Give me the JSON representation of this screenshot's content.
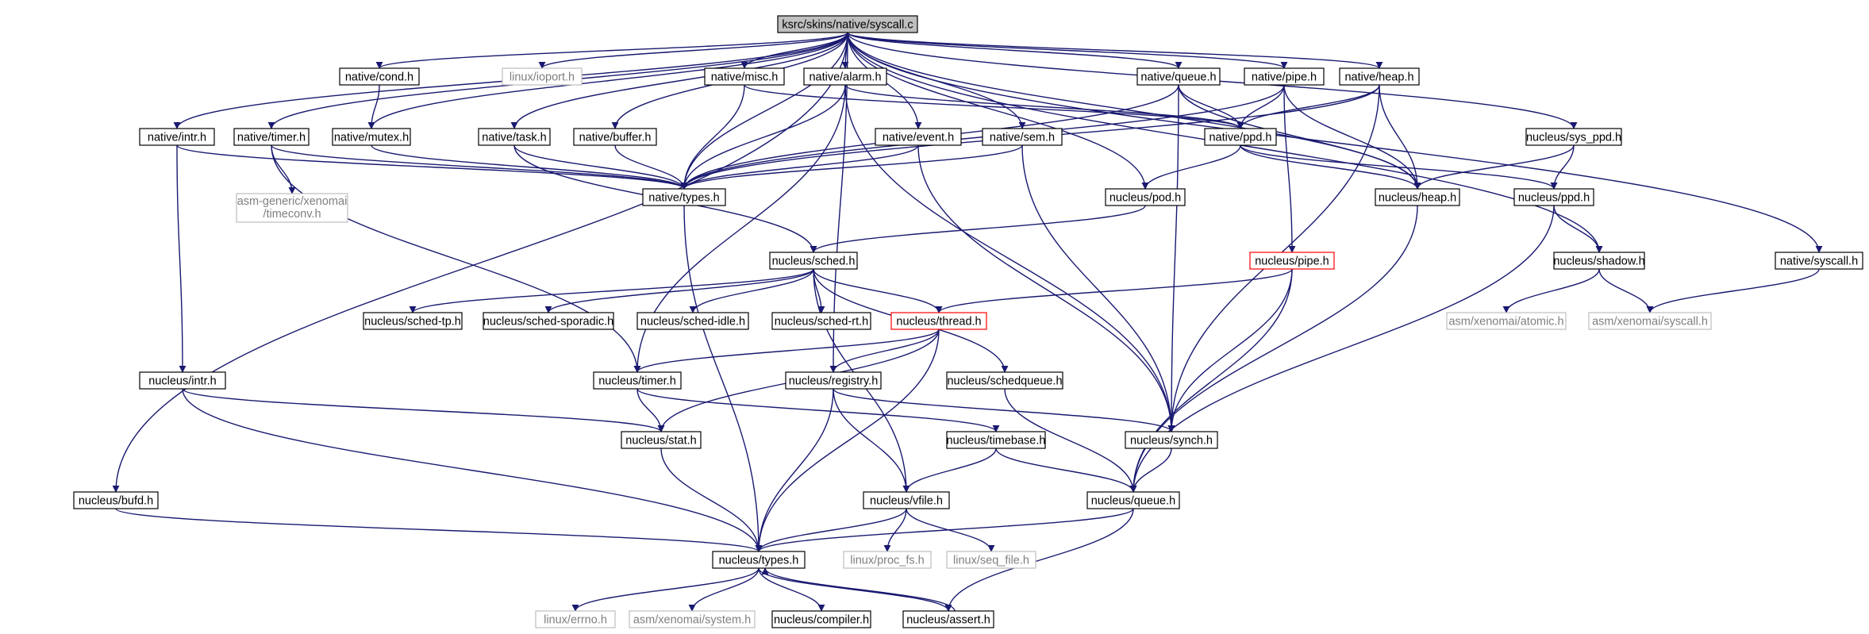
{
  "colors": {
    "edge": "#191970",
    "normal_border": "#000000",
    "root_fill": "#bfbfbf",
    "external_border": "#bfbfbf",
    "external_text": "#7f7f7f",
    "incomplete_border": "#ff0000"
  },
  "nodes": [
    {
      "id": "root",
      "label": "ksrc/skins/native/syscall.c",
      "kind": "root"
    },
    {
      "id": "linux_ioport",
      "label": "linux/ioport.h",
      "kind": "external"
    },
    {
      "id": "native_cond",
      "label": "native/cond.h",
      "kind": "normal"
    },
    {
      "id": "native_misc",
      "label": "native/misc.h",
      "kind": "normal"
    },
    {
      "id": "native_alarm",
      "label": "native/alarm.h",
      "kind": "normal"
    },
    {
      "id": "native_queue",
      "label": "native/queue.h",
      "kind": "normal"
    },
    {
      "id": "native_pipe",
      "label": "native/pipe.h",
      "kind": "normal"
    },
    {
      "id": "native_heap",
      "label": "native/heap.h",
      "kind": "normal"
    },
    {
      "id": "native_intr",
      "label": "native/intr.h",
      "kind": "normal"
    },
    {
      "id": "native_timer",
      "label": "native/timer.h",
      "kind": "normal"
    },
    {
      "id": "native_mutex",
      "label": "native/mutex.h",
      "kind": "normal"
    },
    {
      "id": "native_task",
      "label": "native/task.h",
      "kind": "normal"
    },
    {
      "id": "native_buffer",
      "label": "native/buffer.h",
      "kind": "normal"
    },
    {
      "id": "native_event",
      "label": "native/event.h",
      "kind": "normal"
    },
    {
      "id": "native_sem",
      "label": "native/sem.h",
      "kind": "normal"
    },
    {
      "id": "native_ppd",
      "label": "native/ppd.h",
      "kind": "normal"
    },
    {
      "id": "nucleus_sys_ppd",
      "label": "nucleus/sys_ppd.h",
      "kind": "normal"
    },
    {
      "id": "asm_generic_timeconv",
      "label": "asm-generic/xenomai\n/timeconv.h",
      "kind": "external"
    },
    {
      "id": "native_types",
      "label": "native/types.h",
      "kind": "normal"
    },
    {
      "id": "nucleus_pod",
      "label": "nucleus/pod.h",
      "kind": "normal"
    },
    {
      "id": "nucleus_heap",
      "label": "nucleus/heap.h",
      "kind": "normal"
    },
    {
      "id": "nucleus_ppd",
      "label": "nucleus/ppd.h",
      "kind": "normal"
    },
    {
      "id": "nucleus_sched",
      "label": "nucleus/sched.h",
      "kind": "normal"
    },
    {
      "id": "nucleus_pipe",
      "label": "nucleus/pipe.h",
      "kind": "incomplete"
    },
    {
      "id": "nucleus_shadow",
      "label": "nucleus/shadow.h",
      "kind": "normal"
    },
    {
      "id": "native_syscall",
      "label": "native/syscall.h",
      "kind": "normal"
    },
    {
      "id": "nucleus_sched_tp",
      "label": "nucleus/sched-tp.h",
      "kind": "normal"
    },
    {
      "id": "nucleus_sched_sporadic",
      "label": "nucleus/sched-sporadic.h",
      "kind": "normal"
    },
    {
      "id": "nucleus_sched_idle",
      "label": "nucleus/sched-idle.h",
      "kind": "normal"
    },
    {
      "id": "nucleus_sched_rt",
      "label": "nucleus/sched-rt.h",
      "kind": "normal"
    },
    {
      "id": "nucleus_thread",
      "label": "nucleus/thread.h",
      "kind": "incomplete"
    },
    {
      "id": "asm_xenomai_atomic",
      "label": "asm/xenomai/atomic.h",
      "kind": "external"
    },
    {
      "id": "asm_xenomai_syscall",
      "label": "asm/xenomai/syscall.h",
      "kind": "external"
    },
    {
      "id": "nucleus_intr",
      "label": "nucleus/intr.h",
      "kind": "normal"
    },
    {
      "id": "nucleus_timer",
      "label": "nucleus/timer.h",
      "kind": "normal"
    },
    {
      "id": "nucleus_registry",
      "label": "nucleus/registry.h",
      "kind": "normal"
    },
    {
      "id": "nucleus_schedqueue",
      "label": "nucleus/schedqueue.h",
      "kind": "normal"
    },
    {
      "id": "nucleus_stat",
      "label": "nucleus/stat.h",
      "kind": "normal"
    },
    {
      "id": "nucleus_timebase",
      "label": "nucleus/timebase.h",
      "kind": "normal"
    },
    {
      "id": "nucleus_synch",
      "label": "nucleus/synch.h",
      "kind": "normal"
    },
    {
      "id": "nucleus_bufd",
      "label": "nucleus/bufd.h",
      "kind": "normal"
    },
    {
      "id": "nucleus_vfile",
      "label": "nucleus/vfile.h",
      "kind": "normal"
    },
    {
      "id": "nucleus_queue",
      "label": "nucleus/queue.h",
      "kind": "normal"
    },
    {
      "id": "nucleus_types",
      "label": "nucleus/types.h",
      "kind": "normal"
    },
    {
      "id": "linux_proc_fs",
      "label": "linux/proc_fs.h",
      "kind": "external"
    },
    {
      "id": "linux_seq_file",
      "label": "linux/seq_file.h",
      "kind": "external"
    },
    {
      "id": "linux_errno",
      "label": "linux/errno.h",
      "kind": "external"
    },
    {
      "id": "asm_xenomai_system",
      "label": "asm/xenomai/system.h",
      "kind": "external"
    },
    {
      "id": "nucleus_compiler",
      "label": "nucleus/compiler.h",
      "kind": "normal"
    },
    {
      "id": "nucleus_assert",
      "label": "nucleus/assert.h",
      "kind": "normal"
    }
  ],
  "edges": [
    [
      "root",
      "linux_ioport"
    ],
    [
      "root",
      "native_cond"
    ],
    [
      "root",
      "native_misc"
    ],
    [
      "root",
      "native_alarm"
    ],
    [
      "root",
      "native_queue"
    ],
    [
      "root",
      "native_pipe"
    ],
    [
      "root",
      "native_heap"
    ],
    [
      "root",
      "native_intr"
    ],
    [
      "root",
      "native_timer"
    ],
    [
      "root",
      "native_mutex"
    ],
    [
      "root",
      "native_task"
    ],
    [
      "root",
      "native_buffer"
    ],
    [
      "root",
      "native_event"
    ],
    [
      "root",
      "native_sem"
    ],
    [
      "root",
      "nucleus_sys_ppd"
    ],
    [
      "root",
      "native_types"
    ],
    [
      "root",
      "nucleus_pod"
    ],
    [
      "root",
      "nucleus_heap"
    ],
    [
      "root",
      "nucleus_shadow"
    ],
    [
      "root",
      "native_syscall"
    ],
    [
      "root",
      "nucleus_registry"
    ],
    [
      "root",
      "nucleus_bufd"
    ],
    [
      "native_cond",
      "native_mutex"
    ],
    [
      "native_misc",
      "native_types"
    ],
    [
      "native_misc",
      "native_ppd"
    ],
    [
      "native_alarm",
      "native_types"
    ],
    [
      "native_alarm",
      "native_ppd"
    ],
    [
      "native_alarm",
      "nucleus_timer"
    ],
    [
      "native_alarm",
      "nucleus_synch"
    ],
    [
      "native_queue",
      "native_types"
    ],
    [
      "native_queue",
      "native_ppd"
    ],
    [
      "native_queue",
      "nucleus_heap"
    ],
    [
      "native_queue",
      "nucleus_synch"
    ],
    [
      "native_pipe",
      "native_types"
    ],
    [
      "native_pipe",
      "native_ppd"
    ],
    [
      "native_pipe",
      "nucleus_heap"
    ],
    [
      "native_pipe",
      "nucleus_pipe"
    ],
    [
      "native_heap",
      "native_types"
    ],
    [
      "native_heap",
      "native_ppd"
    ],
    [
      "native_heap",
      "nucleus_heap"
    ],
    [
      "native_heap",
      "nucleus_synch"
    ],
    [
      "native_intr",
      "native_types"
    ],
    [
      "native_intr",
      "nucleus_intr"
    ],
    [
      "native_timer",
      "native_types"
    ],
    [
      "native_timer",
      "asm_generic_timeconv"
    ],
    [
      "native_timer",
      "nucleus_timer"
    ],
    [
      "native_mutex",
      "native_types"
    ],
    [
      "native_task",
      "native_types"
    ],
    [
      "native_task",
      "nucleus_sched"
    ],
    [
      "native_buffer",
      "native_types"
    ],
    [
      "native_event",
      "native_types"
    ],
    [
      "native_event",
      "nucleus_synch"
    ],
    [
      "native_sem",
      "native_types"
    ],
    [
      "native_sem",
      "nucleus_synch"
    ],
    [
      "native_ppd",
      "nucleus_pod"
    ],
    [
      "native_ppd",
      "nucleus_heap"
    ],
    [
      "native_ppd",
      "nucleus_ppd"
    ],
    [
      "nucleus_sys_ppd",
      "nucleus_heap"
    ],
    [
      "nucleus_sys_ppd",
      "nucleus_ppd"
    ],
    [
      "native_types",
      "nucleus_types"
    ],
    [
      "nucleus_pod",
      "nucleus_sched"
    ],
    [
      "nucleus_heap",
      "nucleus_queue"
    ],
    [
      "nucleus_ppd",
      "nucleus_shadow"
    ],
    [
      "nucleus_ppd",
      "nucleus_queue"
    ],
    [
      "nucleus_shadow",
      "asm_xenomai_atomic"
    ],
    [
      "nucleus_shadow",
      "asm_xenomai_syscall"
    ],
    [
      "native_syscall",
      "asm_xenomai_syscall"
    ],
    [
      "nucleus_sched",
      "nucleus_sched_tp"
    ],
    [
      "nucleus_sched",
      "nucleus_sched_sporadic"
    ],
    [
      "nucleus_sched",
      "nucleus_sched_idle"
    ],
    [
      "nucleus_sched",
      "nucleus_sched_rt"
    ],
    [
      "nucleus_sched",
      "nucleus_thread"
    ],
    [
      "nucleus_sched",
      "nucleus_schedqueue"
    ],
    [
      "nucleus_sched",
      "nucleus_vfile"
    ],
    [
      "nucleus_pipe",
      "nucleus_thread"
    ],
    [
      "nucleus_pipe",
      "nucleus_synch"
    ],
    [
      "nucleus_pipe",
      "nucleus_queue"
    ],
    [
      "nucleus_thread",
      "nucleus_timer"
    ],
    [
      "nucleus_thread",
      "nucleus_registry"
    ],
    [
      "nucleus_thread",
      "nucleus_stat"
    ],
    [
      "nucleus_thread",
      "nucleus_types"
    ],
    [
      "nucleus_intr",
      "nucleus_stat"
    ],
    [
      "nucleus_intr",
      "nucleus_types"
    ],
    [
      "nucleus_timer",
      "nucleus_stat"
    ],
    [
      "nucleus_timer",
      "nucleus_timebase"
    ],
    [
      "nucleus_registry",
      "nucleus_synch"
    ],
    [
      "nucleus_registry",
      "nucleus_vfile"
    ],
    [
      "nucleus_registry",
      "nucleus_types"
    ],
    [
      "nucleus_schedqueue",
      "nucleus_queue"
    ],
    [
      "nucleus_stat",
      "nucleus_types"
    ],
    [
      "nucleus_timebase",
      "nucleus_vfile"
    ],
    [
      "nucleus_timebase",
      "nucleus_queue"
    ],
    [
      "nucleus_synch",
      "nucleus_queue"
    ],
    [
      "nucleus_bufd",
      "nucleus_types"
    ],
    [
      "nucleus_vfile",
      "nucleus_types"
    ],
    [
      "nucleus_vfile",
      "linux_proc_fs"
    ],
    [
      "nucleus_vfile",
      "linux_seq_file"
    ],
    [
      "nucleus_queue",
      "nucleus_types"
    ],
    [
      "nucleus_queue",
      "nucleus_assert"
    ],
    [
      "nucleus_types",
      "linux_errno"
    ],
    [
      "nucleus_types",
      "asm_xenomai_system"
    ],
    [
      "nucleus_types",
      "nucleus_compiler"
    ],
    [
      "nucleus_types",
      "nucleus_assert"
    ],
    [
      "nucleus_assert",
      "nucleus_types"
    ]
  ]
}
